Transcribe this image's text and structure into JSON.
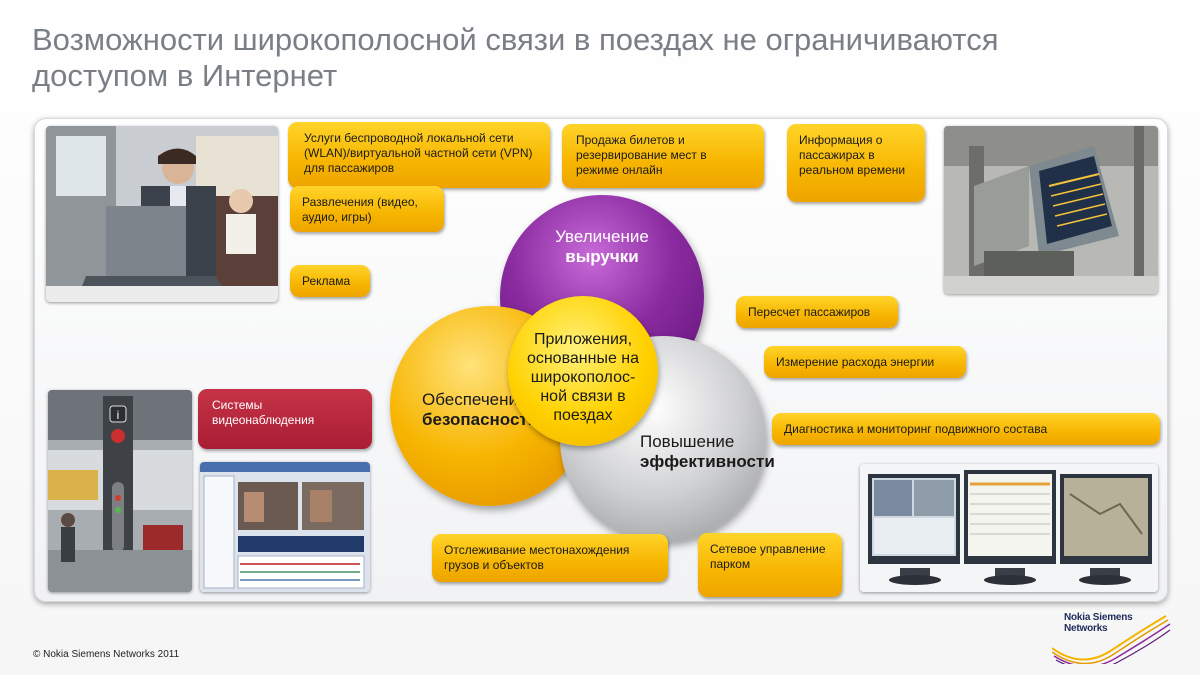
{
  "title": "Возможности широкополосной связи в поездах не ограничиваются доступом в Интернет",
  "boxes": {
    "wlan": "Услуги беспроводной локальной сети (WLAN)/виртуальной частной сети (VPN) для пассажиров",
    "tickets": "Продажа билетов и резервирование мест в режиме онлайн",
    "passenger_info": "Информация о пассажирах в реальном времени",
    "entertainment": "Развлечения (видео, аудио, игры)",
    "ads": "Реклама",
    "passenger_count": "Пересчет пассажиров",
    "energy": "Измерение расхода энергии",
    "diagnostics": "Диагностика и мониторинг подвижного состава",
    "cctv": "Системы видеонаблюдения",
    "tracking": "Отслеживание местонахождения грузов и объектов",
    "fleet": "Сетевое управление парком"
  },
  "circles": {
    "revenue_line1": "Увеличение",
    "revenue_line2": "выручки",
    "security_line1": "Обеспечение",
    "security_line2": "безопасности",
    "efficiency_line1": "Повышение",
    "efficiency_line2": "эффективности",
    "center": "Приложения, основанные на широкополос-ной связи в поездах"
  },
  "footer": "© Nokia Siemens Networks 2011",
  "logo": {
    "line1": "Nokia Siemens",
    "line2": "Networks"
  },
  "colors": {
    "yellow": "#f7b500",
    "red": "#a91d34",
    "purple": "#8a2ba0",
    "title_gray": "#7a7f86"
  }
}
